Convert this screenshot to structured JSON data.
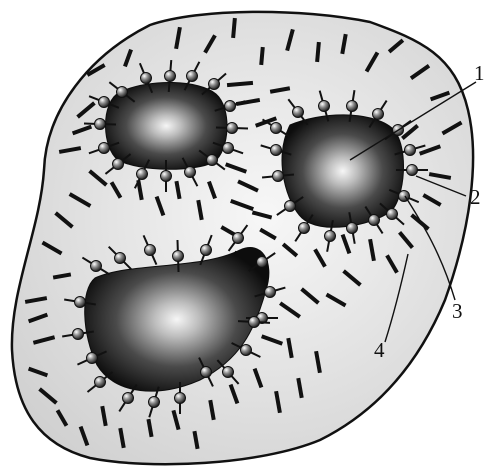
{
  "colors": {
    "background": "#ffffff",
    "outline": "#111111",
    "matrix_fill": "#dcdcdc",
    "particle_dark": "#0f0f0f",
    "particle_light": "#f4f4f4",
    "dash": "#111111"
  },
  "labels": {
    "one": "1",
    "two": "2",
    "three": "3",
    "four": "4"
  }
}
